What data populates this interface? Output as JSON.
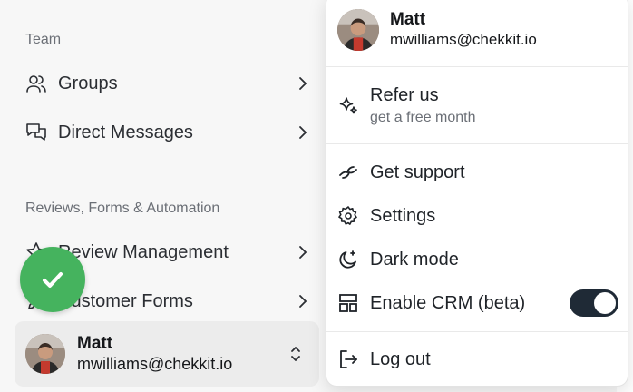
{
  "sidebar": {
    "sections": [
      {
        "title": "Team"
      },
      {
        "title": "Reviews, Forms & Automation"
      }
    ],
    "items": [
      {
        "label": "Groups",
        "icon": "users-icon"
      },
      {
        "label": "Direct Messages",
        "icon": "chat-bubbles-icon"
      },
      {
        "label": "Review Management",
        "icon": "star-icon"
      },
      {
        "label": "Customer Forms",
        "icon": "forms-icon"
      }
    ],
    "user": {
      "name": "Matt",
      "email": "mwilliams@chekkit.io"
    }
  },
  "menu": {
    "user": {
      "name": "Matt",
      "email": "mwilliams@chekkit.io"
    },
    "refer": {
      "title": "Refer us",
      "subtitle": "get a free month",
      "icon": "sparkles-icon"
    },
    "items": [
      {
        "label": "Get support",
        "icon": "link-icon"
      },
      {
        "label": "Settings",
        "icon": "gear-icon"
      },
      {
        "label": "Dark mode",
        "icon": "moon-icon"
      },
      {
        "label": "Enable CRM (beta)",
        "icon": "layout-icon",
        "toggle": true
      },
      {
        "label": "Log out",
        "icon": "logout-icon"
      }
    ]
  },
  "colors": {
    "toast": "#45b35e",
    "toggle_on": "#1f2a36"
  }
}
